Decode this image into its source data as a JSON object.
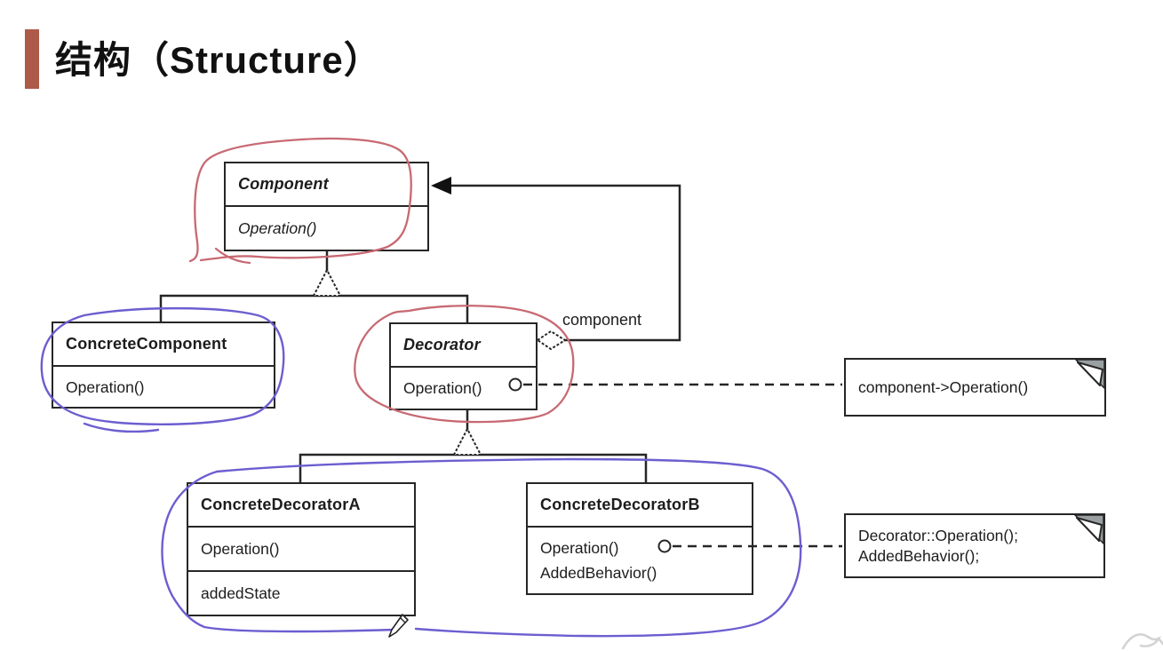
{
  "title": {
    "text": "结构（Structure）"
  },
  "colors": {
    "accent_bar": "#ad5a49",
    "red_annotation": "#c86973",
    "blue_annotation": "#6c5ed0",
    "line": "#262626",
    "note_fold_gray": "#9aa0a2"
  },
  "classes": {
    "component": {
      "name": "Component",
      "operation": "Operation()"
    },
    "concrete_component": {
      "name": "ConcreteComponent",
      "operation": "Operation()"
    },
    "decorator": {
      "name": "Decorator",
      "operation": "Operation()"
    },
    "concrete_decorator_a": {
      "name": "ConcreteDecoratorA",
      "operation": "Operation()",
      "attribute": "addedState"
    },
    "concrete_decorator_b": {
      "name": "ConcreteDecoratorB",
      "operation": "Operation()",
      "operation2": "AddedBehavior()"
    }
  },
  "labels": {
    "aggregation_role": "component"
  },
  "notes": {
    "component_note": {
      "line1": "component->Operation()"
    },
    "decorator_note": {
      "line1": "Decorator::Operation();",
      "line2": "AddedBehavior();"
    }
  },
  "icons": {
    "note_corner": "folded-corner-icon",
    "pencil": "pencil-cursor-icon",
    "ghost_cursor": "faint-arrow-cursor-icon"
  }
}
